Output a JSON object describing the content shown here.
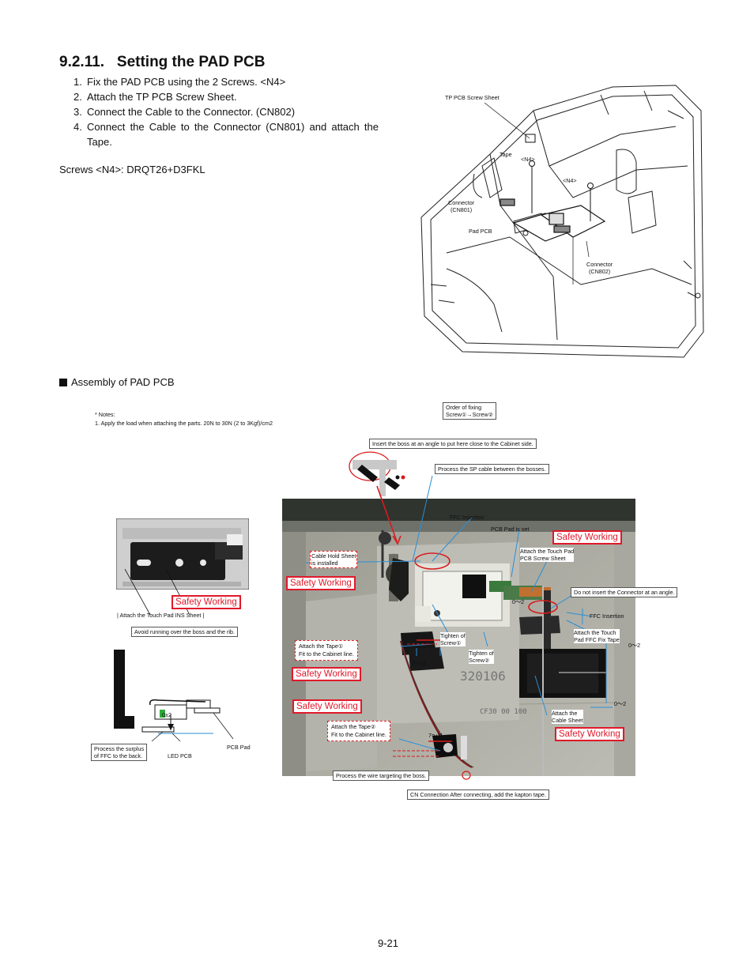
{
  "heading": "9.2.11.   Setting the PAD PCB",
  "steps": [
    {
      "num": "1.",
      "text": "Fix the PAD PCB using the 2 Screws. <N4>"
    },
    {
      "num": "2.",
      "text": "Attach the TP PCB Screw Sheet."
    },
    {
      "num": "3.",
      "text": "Connect the Cable to the Connector. (CN802)"
    },
    {
      "num": "4.",
      "text": "Connect the Cable to the Connector (CN801) and attach the Tape."
    }
  ],
  "screws": "Screws <N4>: DRQT26+D3FKL",
  "top_diagram": {
    "tp_sheet": "TP PCB Screw Sheet",
    "tape": "Tape",
    "n4_a": "<N4>",
    "n4_b": "<N4>",
    "connector_801_a": "Connector",
    "connector_801_b": "(CN801)",
    "pad_pcb": "Pad PCB",
    "connector_802_a": "Connector",
    "connector_802_b": "(CN802)"
  },
  "assembly_heading": "Assembly of PAD PCB",
  "notes": {
    "title": "* Notes:",
    "line1": "1. Apply the load when attaching the parts.    20N to 30N (2 to 3Kgf)/cm2"
  },
  "order_box": {
    "line1": "Order of fixing",
    "line2": "Screw①→Screw②"
  },
  "callouts": {
    "insert_boss": "Insert the boss at an angle to put here close to the Cabinet side.",
    "sp_cable": "Process the SP cable between the bosses.",
    "ffc_insertion_1": "FFC Insertion",
    "pcb_pad_set": "PCB Pad is set",
    "cable_hold_a": "Cable Hold Sheet",
    "cable_hold_b": "is installed",
    "touchpad_screw_a": "Attach the Touch Pad",
    "touchpad_screw_b": "PCB Screw Sheet",
    "no_angle": "Do not insert the Connector at an angle.",
    "ffc_insertion_2": "FFC Insertion",
    "zero_two_a": "0～2",
    "zero_two_b": "0～2",
    "zero_two_c": "0～2",
    "zero_pm_two": "0±2",
    "attach_ffc_a": "Attach the Touch",
    "attach_ffc_b": "Pad FFC Fix Tape",
    "tape1_a": "Attach the Tape①",
    "tape1_b": "Fit to the Cabinet line.",
    "tighten1_a": "Tighten of",
    "tighten1_b": "Screw①",
    "tighten2_a": "Tighten of",
    "tighten2_b": "Screw②",
    "seven_eleven_a": "7～11",
    "seven_eleven_b": "7～11",
    "attach_cable_a": "Attach the",
    "attach_cable_b": "Cable Sheet",
    "tape2_a": "Attach the Tape②",
    "tape2_b": "Fit to the Cabinet line.",
    "process_wire": "Process the wire targeting the boss.",
    "cn_connection": "CN Connection  After connecting, add the kapton tape.",
    "ins_sheet": "Attach the Touch Pad INS Sheet",
    "avoid_boss": "Avoid running over the boss and the rib.",
    "process_surplus_a": "Process the surplus",
    "process_surplus_b": "of FFC to the back.",
    "led_pcb": "LED PCB",
    "pcb_pad": "PCB Pad"
  },
  "safety": "Safety Working",
  "photo_markings": "320106",
  "page_number": "9-21",
  "colors": {
    "safety_red": "#e0192a",
    "leader_blue": "#2a8fd6",
    "arrow_red": "#d81b1b"
  }
}
